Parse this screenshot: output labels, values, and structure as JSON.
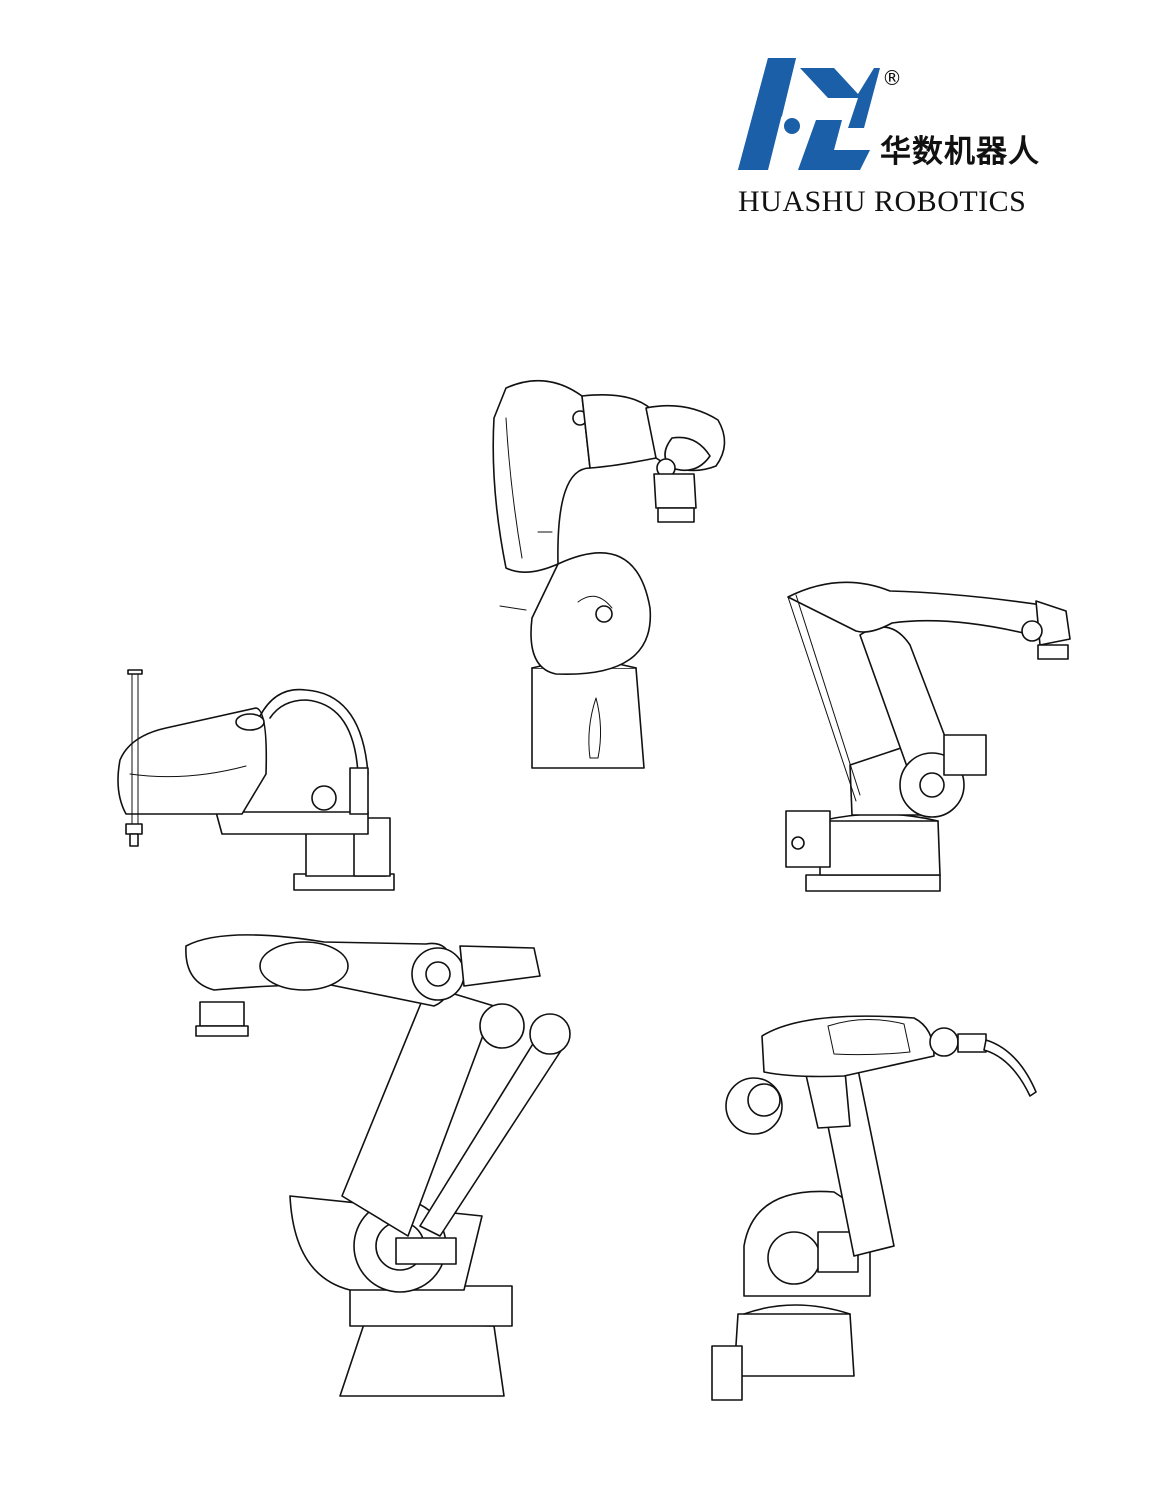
{
  "brand": {
    "registered_mark": "®",
    "chinese_name": "华数机器人",
    "english_name": "HUASHU ROBOTICS",
    "colors": {
      "logo_blue": "#1a5fa8",
      "text": "#111111"
    }
  },
  "illustrations": [
    {
      "name": "collaborative-robot-drawing"
    },
    {
      "name": "palletizing-robot-drawing"
    },
    {
      "name": "scara-robot-drawing"
    },
    {
      "name": "six-axis-industrial-robot-drawing"
    },
    {
      "name": "welding-robot-drawing"
    }
  ]
}
